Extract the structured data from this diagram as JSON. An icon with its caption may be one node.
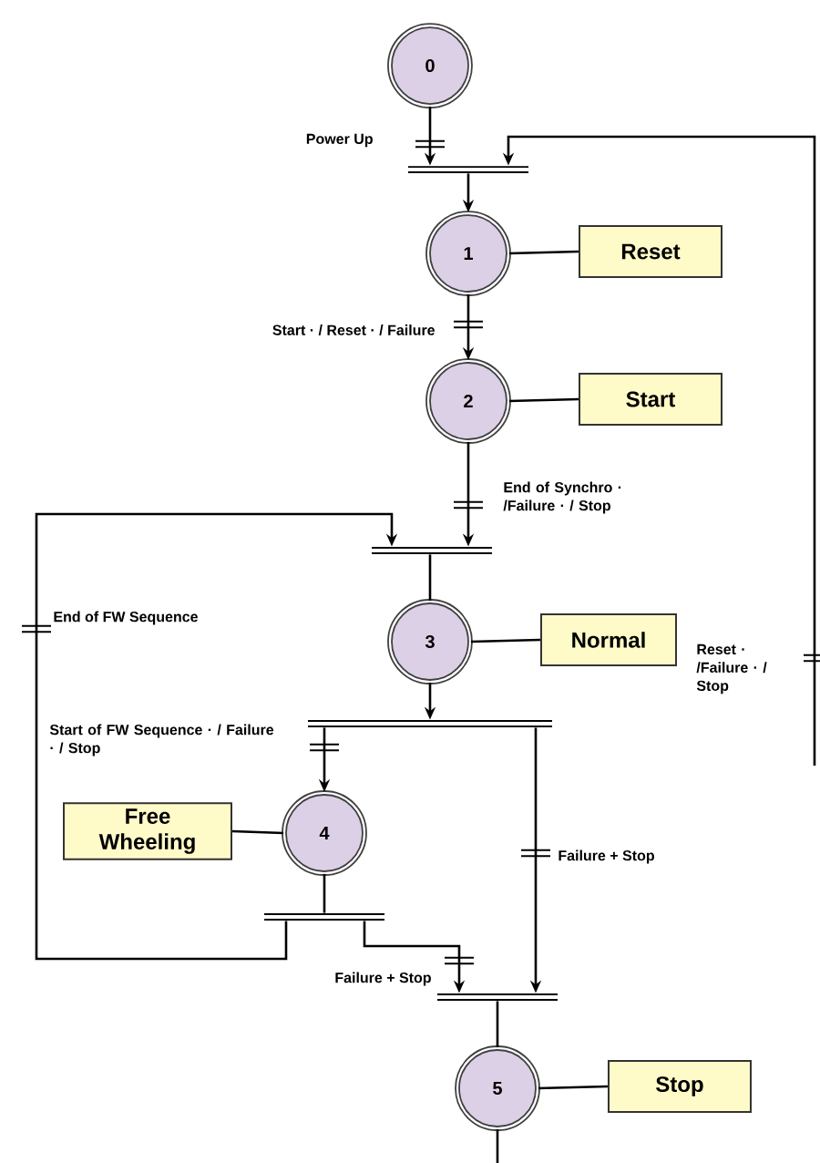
{
  "diagram": {
    "nodes": [
      {
        "text": [
          "0"
        ]
      },
      {
        "text": [],
        "shape": "bar"
      },
      {
        "text": [
          "1"
        ]
      },
      {
        "text": [
          "Reset"
        ]
      },
      {
        "text": [
          "2"
        ]
      },
      {
        "text": [
          "Start"
        ]
      },
      {
        "text": [],
        "shape": "bar"
      },
      {
        "text": [
          "3"
        ]
      },
      {
        "text": [
          "Normal"
        ]
      },
      {
        "text": [],
        "shape": "bar"
      },
      {
        "text": [
          "4"
        ]
      },
      {
        "text": [
          "Free Wheeling"
        ]
      },
      {
        "text": [],
        "shape": "bar"
      },
      {
        "text": [],
        "shape": "bar"
      },
      {
        "text": [
          "5"
        ]
      },
      {
        "text": [
          "Stop"
        ]
      }
    ],
    "edges": [
      {
        "from": 0,
        "to": 1,
        "arrow": "to",
        "label": "Power Up"
      },
      {
        "from": null,
        "to": 1,
        "arrow": "to",
        "label": "Reset · /Failure · / Stop"
      },
      {
        "from": 1,
        "to": 2,
        "arrow": "to"
      },
      {
        "from": 2,
        "to": 3,
        "arrow": "none"
      },
      {
        "from": 2,
        "to": 4,
        "arrow": "to",
        "label": "Start · / Reset · / Failure"
      },
      {
        "from": 4,
        "to": 5,
        "arrow": "none"
      },
      {
        "from": 4,
        "to": 6,
        "arrow": "to",
        "label": "End of Synchro · /Failure · / Stop"
      },
      {
        "from": 12,
        "to": 6,
        "arrow": "to",
        "label": "End of FW Sequence"
      },
      {
        "from": 6,
        "to": 7,
        "arrow": "none"
      },
      {
        "from": 7,
        "to": 8,
        "arrow": "none"
      },
      {
        "from": 7,
        "to": 9,
        "arrow": "to"
      },
      {
        "from": 9,
        "to": 10,
        "arrow": "to",
        "label": "Start of FW Sequence · / Failure · / Stop"
      },
      {
        "from": 9,
        "to": 13,
        "arrow": "to",
        "label": "Failure + Stop"
      },
      {
        "from": 10,
        "to": 11,
        "arrow": "none"
      },
      {
        "from": 10,
        "to": 12,
        "arrow": "none"
      },
      {
        "from": 12,
        "to": 13,
        "arrow": "to",
        "label": "Failure + Stop"
      },
      {
        "from": 13,
        "to": 14,
        "arrow": "none"
      },
      {
        "from": 14,
        "to": 15,
        "arrow": "none"
      },
      {
        "from": 14,
        "to": null,
        "arrow": "none"
      }
    ]
  }
}
